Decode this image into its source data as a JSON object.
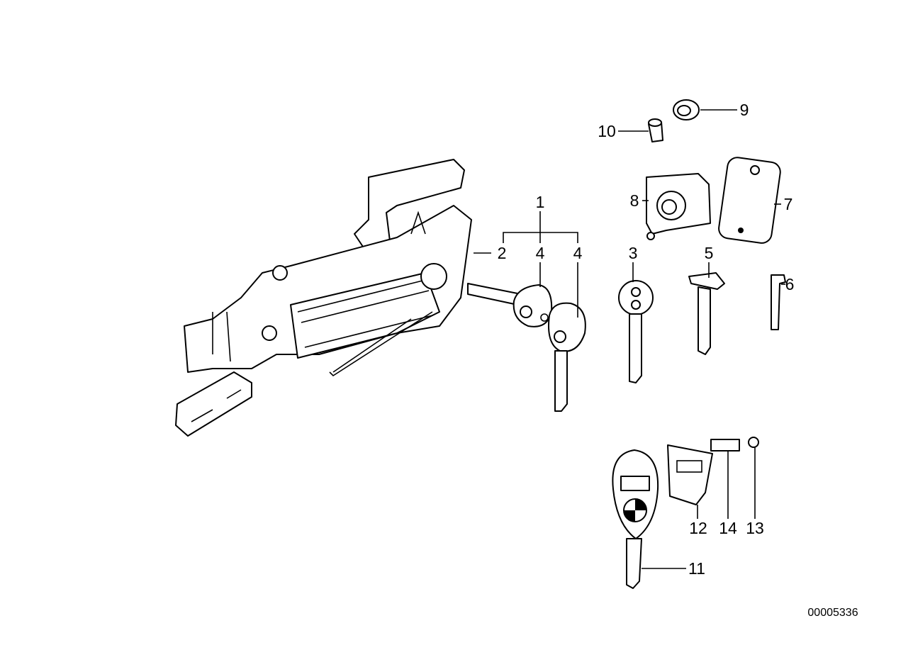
{
  "diagram": {
    "callouts": {
      "c1": "1",
      "c2": "2",
      "c4a": "4",
      "c4b": "4",
      "c3": "3",
      "c5": "5",
      "c6": "6",
      "c7": "7",
      "c8": "8",
      "c9": "9",
      "c10": "10",
      "c11": "11",
      "c12": "12",
      "c13": "13",
      "c14": "14"
    },
    "reference_number": "00005336"
  }
}
